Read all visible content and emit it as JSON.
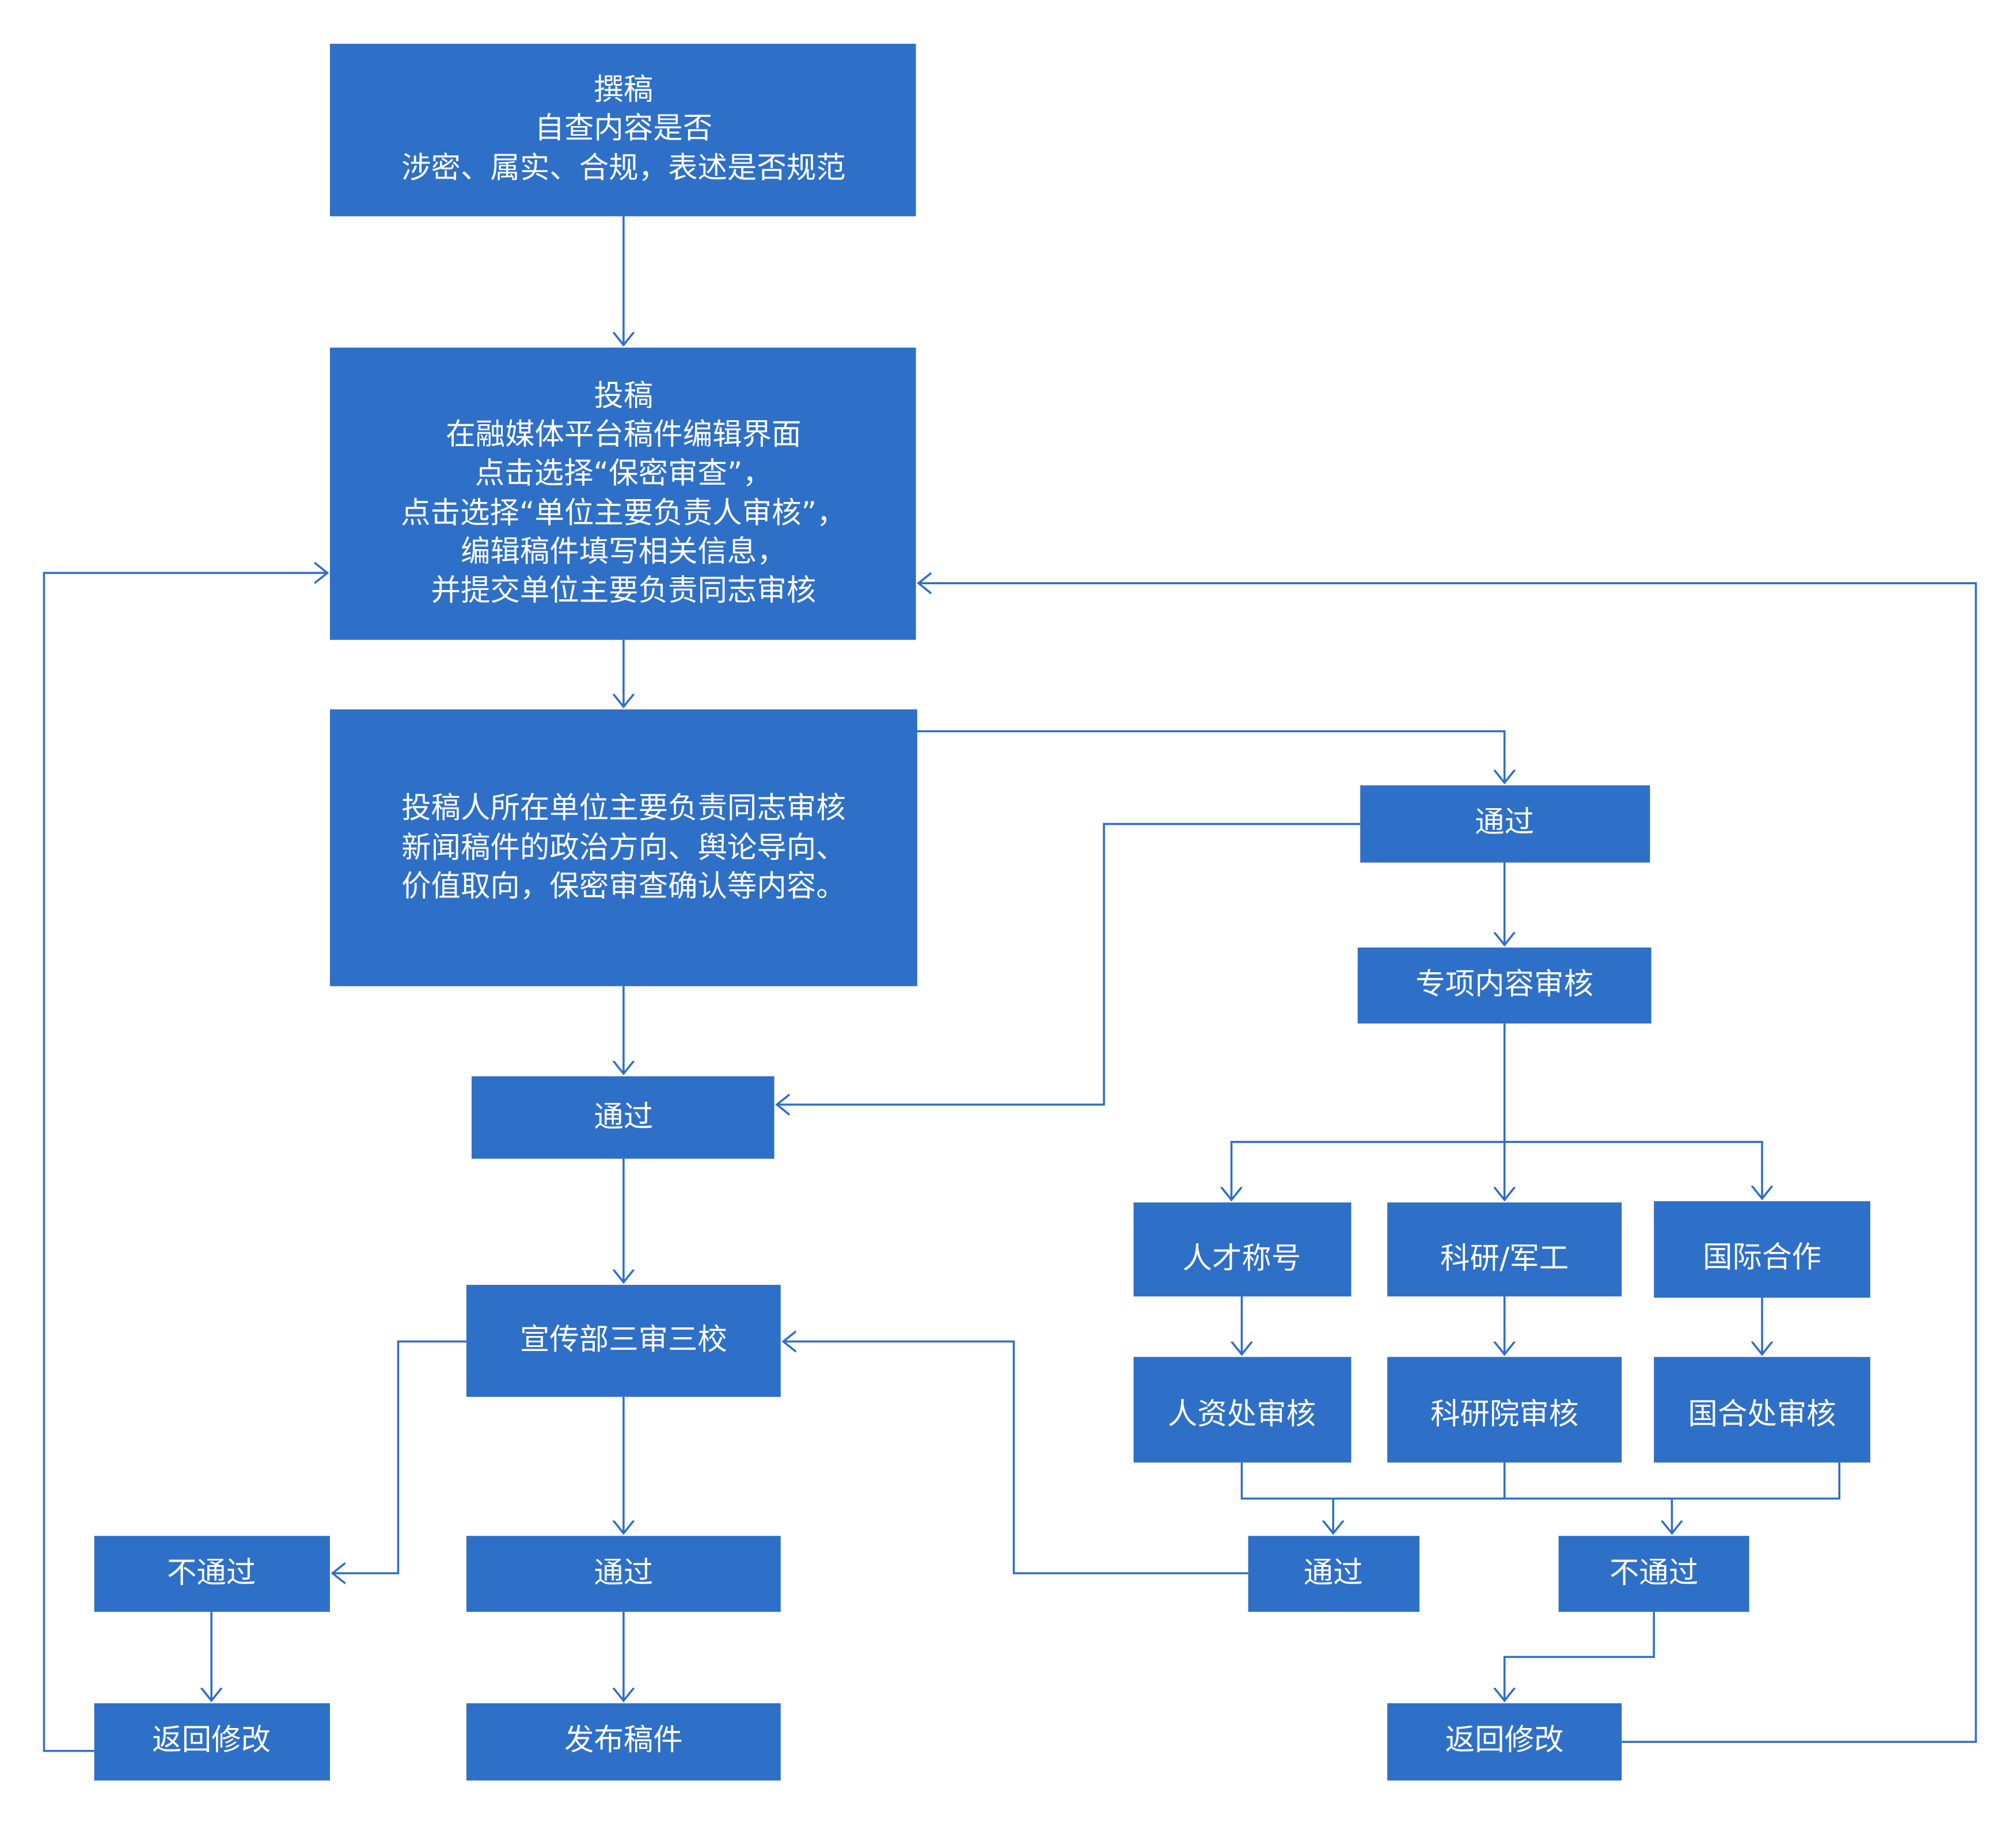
{
  "theme": {
    "box_color": "#2e6fc8",
    "text_color": "#ffffff",
    "line_color": "#2e6fc8"
  },
  "nodes": {
    "draft": {
      "lines": [
        "撰稿",
        "自查内容是否",
        "涉密、属实、合规，表述是否规范"
      ]
    },
    "submit": {
      "lines": [
        "投稿",
        "在融媒体平台稿件编辑界面",
        "点击选择“保密审查”，",
        "点击选择“单位主要负责人审核”，",
        "编辑稿件填写相关信息，",
        "并提交单位主要负责同志审核"
      ]
    },
    "unit_review": {
      "lines": [
        "投稿人所在单位主要负责同志审核",
        "新闻稿件的政治方向、舆论导向、",
        "价值取向，保密审查确认等内容。"
      ]
    },
    "pass_left": {
      "label": "通过"
    },
    "propaganda_review": {
      "label": "宣传部三审三校"
    },
    "fail_left": {
      "label": "不通过"
    },
    "pass_mid": {
      "label": "通过"
    },
    "return_left": {
      "label": "返回修改"
    },
    "publish": {
      "label": "发布稿件"
    },
    "pass_right_top": {
      "label": "通过"
    },
    "special_review": {
      "label": "专项内容审核"
    },
    "talent_title": {
      "label": "人才称号"
    },
    "research_military": {
      "label": "科研/军工"
    },
    "intl_coop": {
      "label": "国际合作"
    },
    "hr_review": {
      "label": "人资处审核"
    },
    "research_inst_review": {
      "label": "科研院审核"
    },
    "intl_office_review": {
      "label": "国合处审核"
    },
    "pass_right_bottom": {
      "label": "通过"
    },
    "fail_right": {
      "label": "不通过"
    },
    "return_right": {
      "label": "返回修改"
    }
  }
}
